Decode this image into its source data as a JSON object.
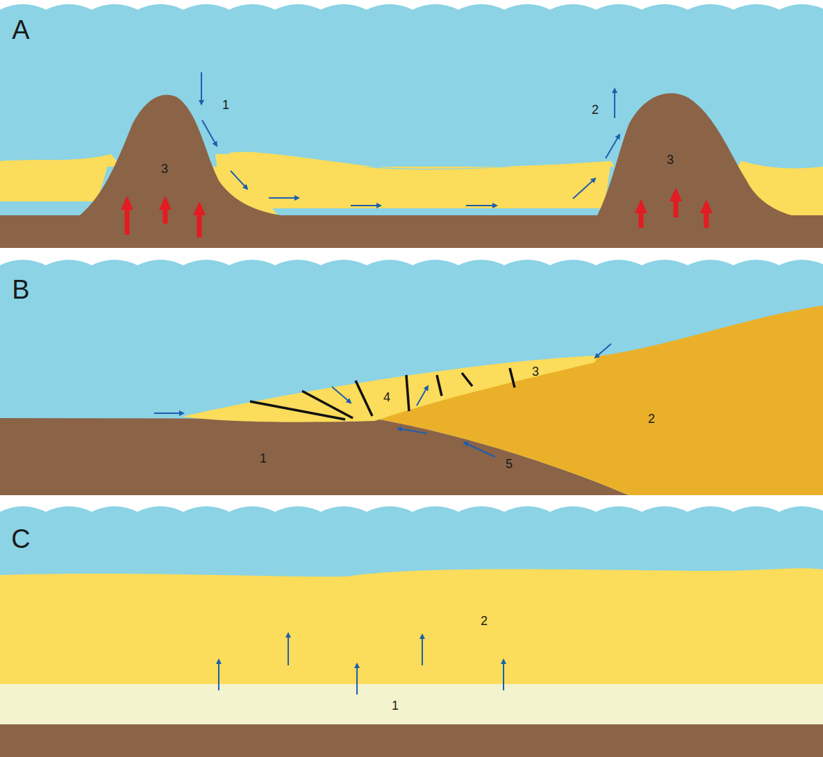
{
  "diagram": {
    "labels": [
      "A",
      "1",
      "2",
      "3",
      "3",
      "B",
      "3",
      "4",
      "2",
      "1",
      "5",
      "C",
      "2",
      "1"
    ]
  }
}
